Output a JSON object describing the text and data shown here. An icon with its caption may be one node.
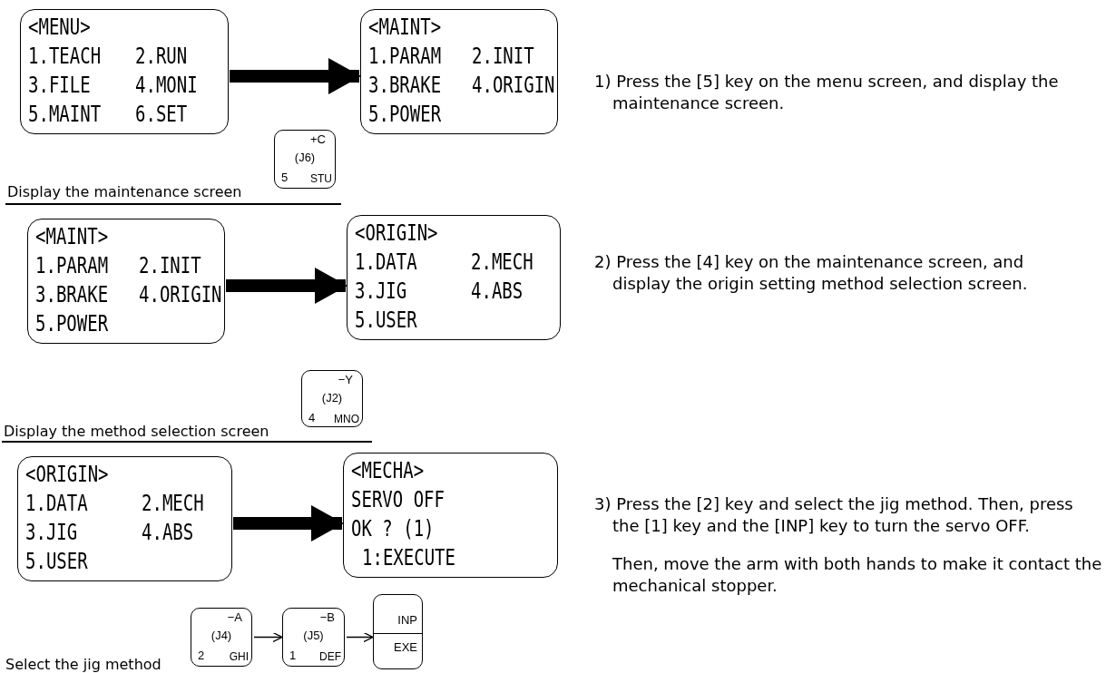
{
  "diagram": {
    "nodes": [
      {
        "text": [
          "<MENU>",
          "1.TEACH",
          "2.RUN",
          "3.FILE",
          "4.MONI",
          "5.MAINT",
          "6.SET"
        ]
      },
      {
        "text": [
          "<MAINT>",
          "1.PARAM",
          "2.INIT",
          "3.BRAKE",
          "4.ORIGIN",
          "5.POWER"
        ]
      },
      {
        "text": [
          "+C",
          "(J6)",
          "5",
          "STU"
        ]
      },
      {
        "text": [
          "<MAINT>",
          "1.PARAM",
          "2.INIT",
          "3.BRAKE",
          "4.ORIGIN",
          "5.POWER"
        ]
      },
      {
        "text": [
          "<ORIGIN>",
          "1.DATA",
          "2.MECH",
          "3.JIG",
          "4.ABS",
          "5.USER"
        ]
      },
      {
        "text": [
          "−Y",
          "(J2)",
          "4",
          "MNO"
        ]
      },
      {
        "text": [
          "<ORIGIN>",
          "1.DATA",
          "2.MECH",
          "3.JIG",
          "4.ABS",
          "5.USER"
        ]
      },
      {
        "text": [
          "<MECHA>",
          "SERVO OFF",
          "OK ? (1)",
          "1:EXECUTE"
        ]
      },
      {
        "text": [
          "−A",
          "(J4)",
          "2",
          "GHI"
        ]
      },
      {
        "text": [
          "−B",
          "(J5)",
          "1",
          "DEF"
        ]
      },
      {
        "text": [
          "INP",
          "EXE"
        ]
      }
    ],
    "edges": [
      {
        "from": 0,
        "to": 1,
        "arrow": "to"
      },
      {
        "from": 3,
        "to": 4,
        "arrow": "to"
      },
      {
        "from": 6,
        "to": 7,
        "arrow": "to"
      },
      {
        "from": 8,
        "to": 9,
        "arrow": "to"
      },
      {
        "from": 9,
        "to": 10,
        "arrow": "to"
      }
    ],
    "labels": [
      "1) Press the [5] key on the menu screen, and display the maintenance screen.",
      "Display the maintenance screen",
      "2) Press the [4] key on the maintenance screen, and display the origin setting method selection screen.",
      "Display the method selection screen",
      "3) Press the [2] key and select the jig method. Then, press the [1] key and the [INP] key to turn the servo OFF.",
      "Then, move the arm with both hands to make it contact the mechanical stopper.",
      "Select the jig method"
    ]
  }
}
